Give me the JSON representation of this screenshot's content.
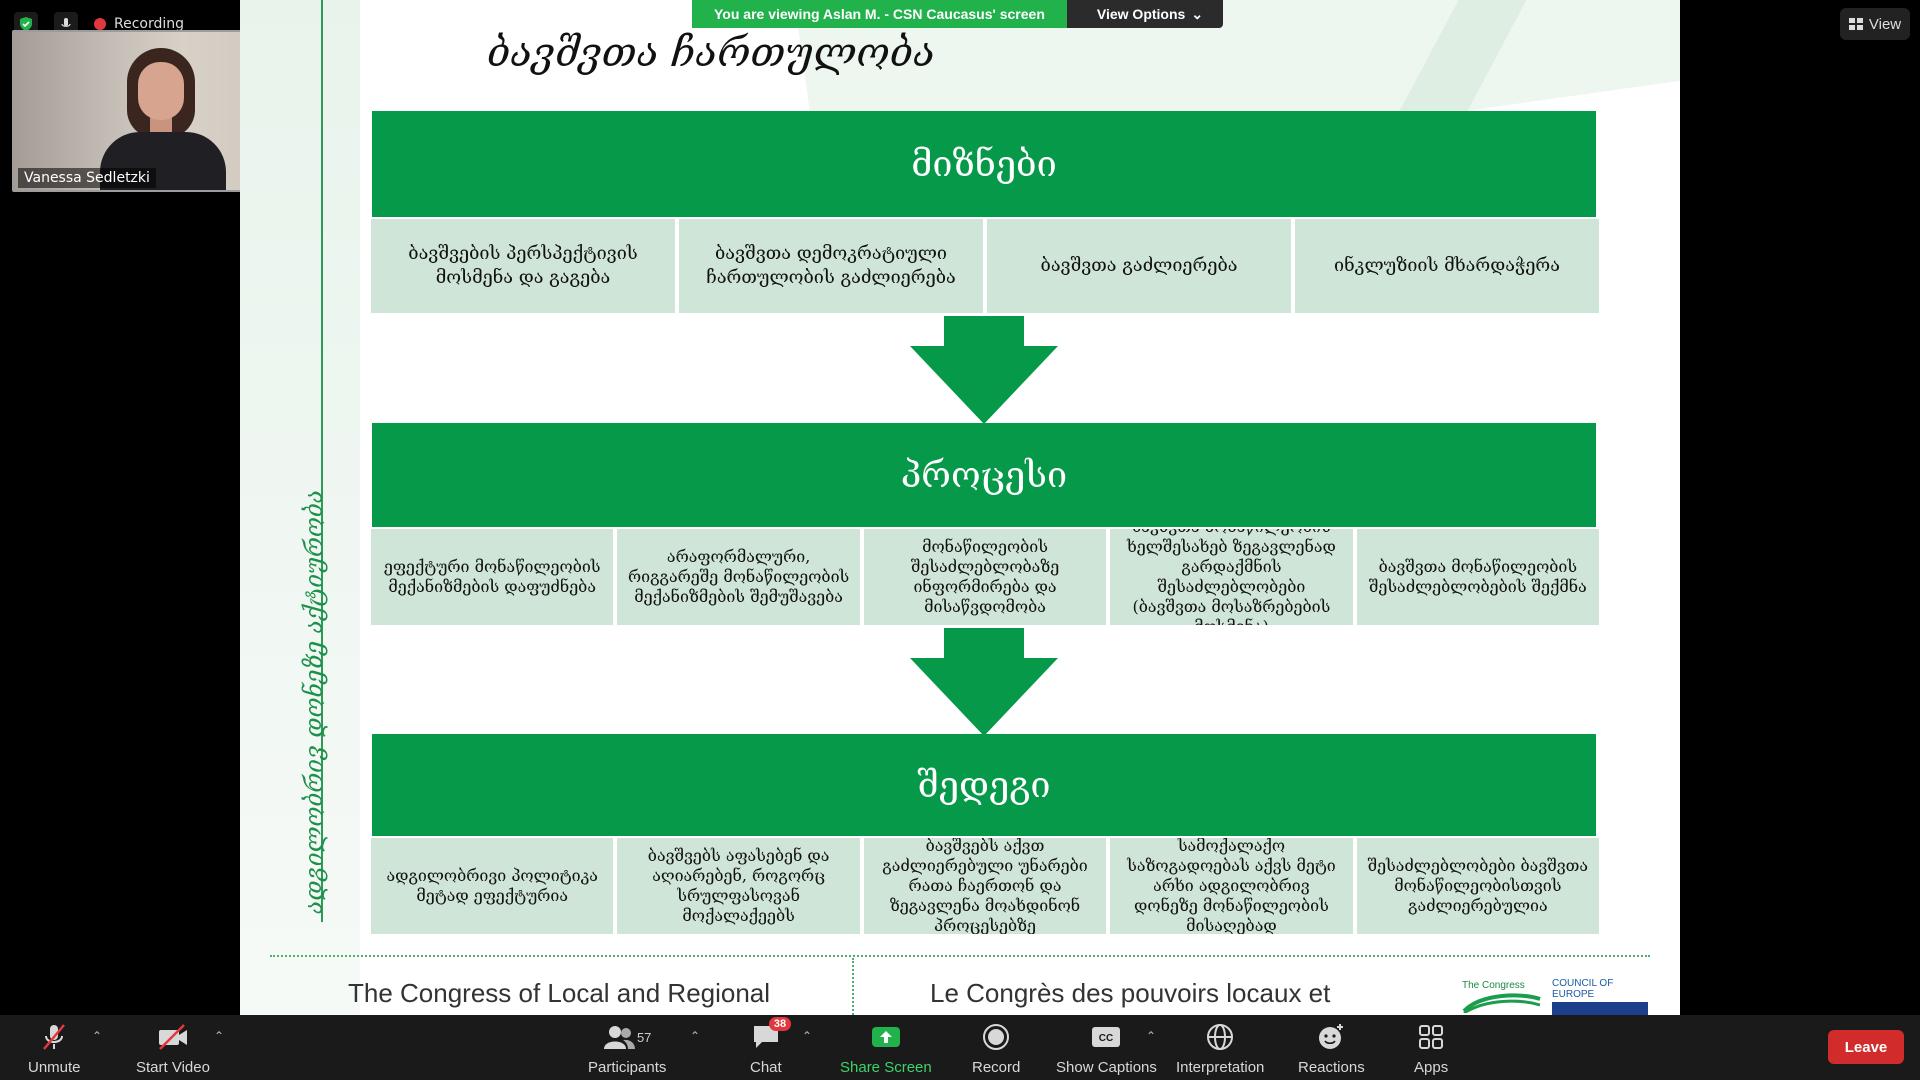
{
  "top": {
    "recording_label": "Recording"
  },
  "video": {
    "participant_name": "Vanessa Sedletzki"
  },
  "share_banner": {
    "text": "You are viewing Aslan M. - CSN Caucasus' screen",
    "view_options_label": "View Options"
  },
  "view_button": {
    "label": "View"
  },
  "slide": {
    "title": "ბავშვთა ჩართულობა",
    "vertical_label": "ადგილობრივ დონეზე აქტიურობა",
    "bands": {
      "goals": "მიზნები",
      "process": "პროცესი",
      "result": "შედეგი"
    },
    "goals_cells": [
      "ბავშვების პერსპექტივის მოსმენა და გაგება",
      "ბავშვთა დემოკრატიული ჩართულობის გაძლიერება",
      "ბავშვთა გაძლიერება",
      "ინკლუზიის მხარდაჭერა"
    ],
    "process_cells": [
      "ეფექტური მონაწილეობის მექანიზმების დაფუძნება",
      "არაფორმალური, რიგგარეშე მონაწილეობის მექანიზმების შემუშავება",
      "მონაწილეობის შესაძლებლობაზე ინფორმირება და მისაწვდომობა",
      "ბავშვთა მონაწილეობის ხელშესახებ ზეგავლენად გარდაქმნის შესაძლებლობები (ბავშვთა მოსაზრებების მოსმენა)",
      "ბავშვთა მონაწილეობის შესაძლებლობების შექმნა"
    ],
    "result_cells": [
      "ადგილობრივი პოლიტიკა მეტად ეფექტურია",
      "ბავშვებს აფასებენ და აღიარებენ, როგორც სრულფასოვან მოქალაქეებს",
      "ბავშვებს აქვთ გაძლიერებული უნარები რათა ჩაერთონ და ზეგავლენა მოახდინონ პროცესებზე",
      "სამოქალაქო საზოგადოებას აქვს მეტი არხი ადგილობრივ დონეზე მონაწილეობის მისაღებად",
      "შესაძლებლობები ბავშვთა მონაწილეობისთვის გაძლიერებულია"
    ],
    "footer_en": "The Congress of Local and Regional",
    "footer_fr": "Le Congrès des pouvoirs locaux et",
    "logo_congress": "The Congress",
    "logo_coe": "COUNCIL OF EUROPE"
  },
  "toolbar": {
    "unmute": "Unmute",
    "start_video": "Start Video",
    "participants": "Participants",
    "participants_count": "57",
    "chat": "Chat",
    "chat_badge": "38",
    "share_screen": "Share Screen",
    "record": "Record",
    "show_captions": "Show Captions",
    "interpretation": "Interpretation",
    "reactions": "Reactions",
    "apps": "Apps",
    "leave": "Leave"
  }
}
